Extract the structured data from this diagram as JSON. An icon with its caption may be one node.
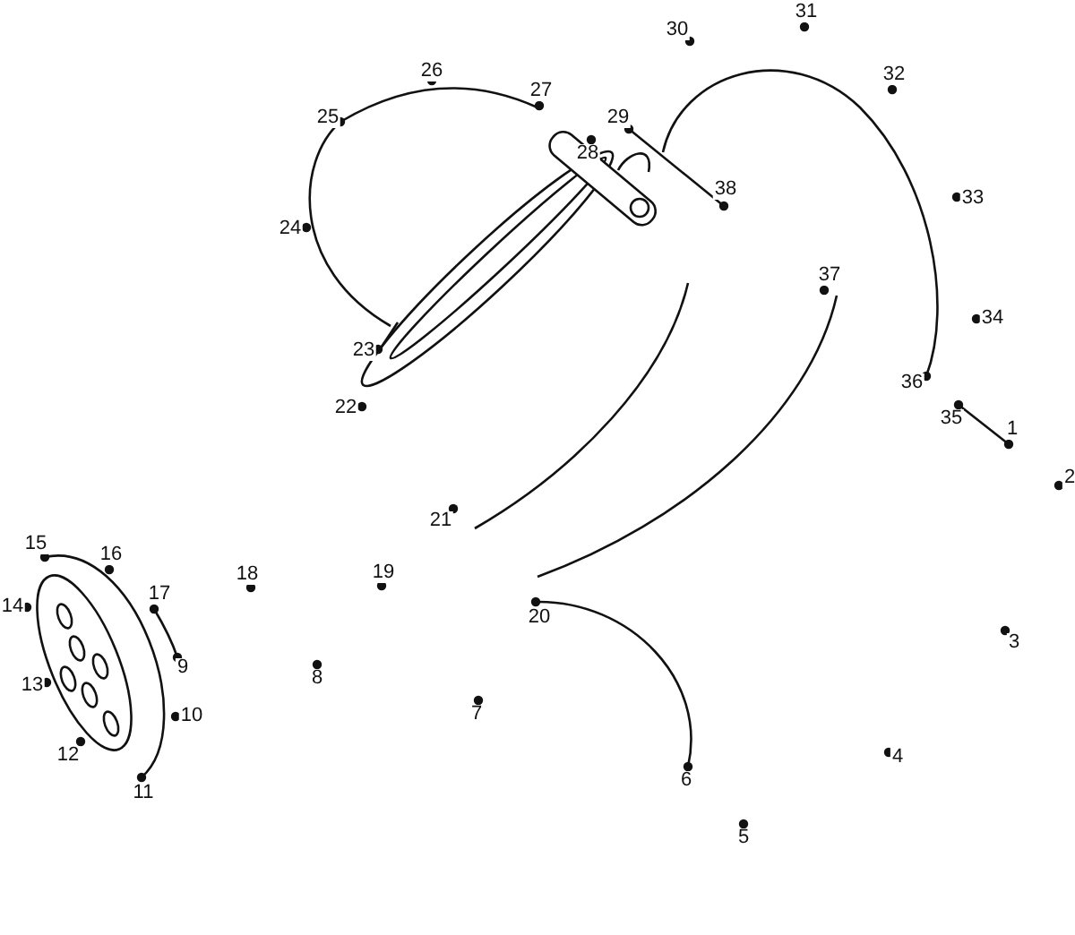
{
  "diagram": {
    "labels": [
      "1",
      "2",
      "3",
      "4",
      "5",
      "6",
      "7",
      "8",
      "9",
      "10",
      "11",
      "12",
      "13",
      "14",
      "15",
      "16",
      "17",
      "18",
      "19",
      "20",
      "21",
      "22",
      "23",
      "24",
      "25",
      "26",
      "27",
      "28",
      "29",
      "30",
      "31",
      "32",
      "33",
      "34",
      "35",
      "36",
      "37",
      "38"
    ]
  }
}
